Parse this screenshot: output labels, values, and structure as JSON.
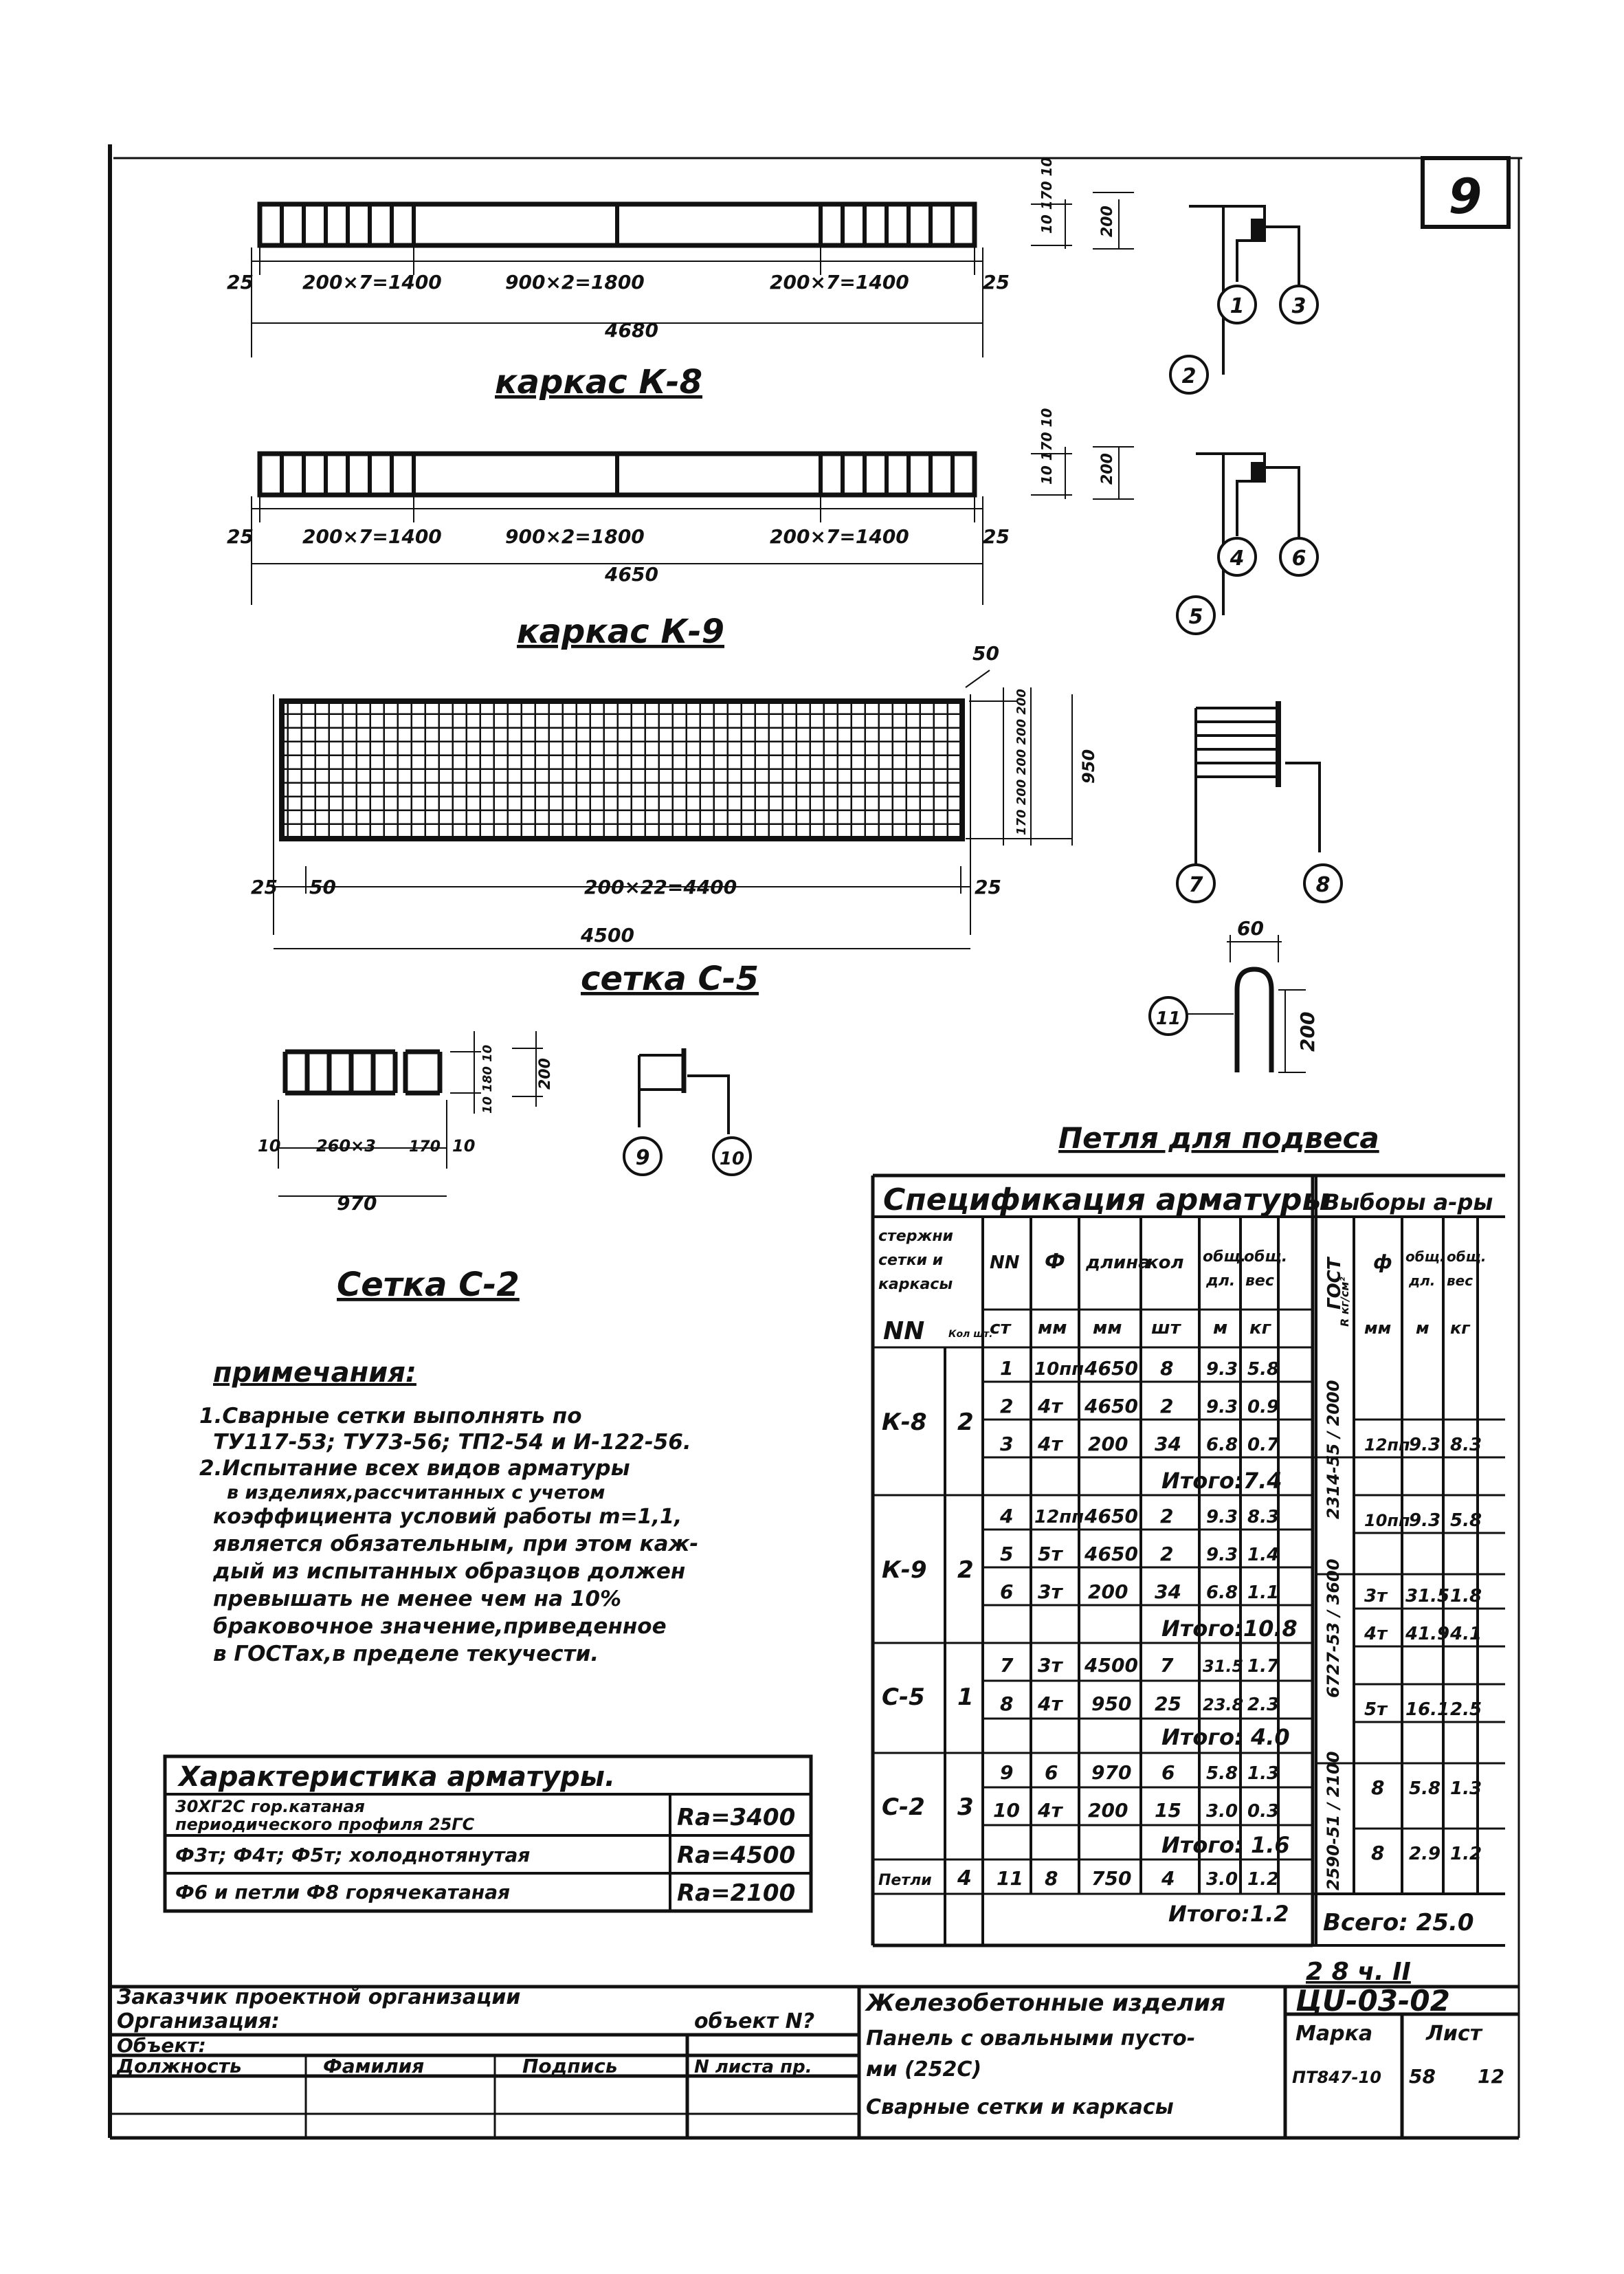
{
  "sheet_number": "9",
  "k8": {
    "dim_left_edge": "25",
    "dim_left": "200×7=1400",
    "dim_mid": "900×2=1800",
    "dim_right": "200×7=1400",
    "dim_right_edge": "25",
    "total": "4680",
    "height_small": "10 170 10",
    "height": "200",
    "title": "каркас К-8",
    "callouts": [
      "1",
      "3",
      "2"
    ]
  },
  "k9": {
    "dim_left_edge": "25",
    "dim_left": "200×7=1400",
    "dim_mid": "900×2=1800",
    "dim_right": "200×7=1400",
    "dim_right_edge": "25",
    "total": "4650",
    "height_small": "10 170 10",
    "height": "200",
    "title": "каркас К-9",
    "callouts": [
      "4",
      "6",
      "5"
    ]
  },
  "c5": {
    "dim_left_edge": "25",
    "dim_small": "50",
    "dim_mid": "200×22=4400",
    "dim_right_edge": "25",
    "total": "4500",
    "top_dim": "50",
    "height_dims": "170 200 200 200 200",
    "height": "950",
    "title": "сетка С-5",
    "callouts": [
      "7",
      "8"
    ]
  },
  "c2": {
    "dim_left_edge": "10",
    "dim_mid": "260×3",
    "dim_small": "170",
    "dim_right_edge": "10",
    "total": "970",
    "height_small": "10 180 10",
    "height": "200",
    "title": "Сетка С-2",
    "callouts": [
      "9",
      "10"
    ]
  },
  "loop": {
    "width": "60",
    "height": "200",
    "callout": "11",
    "title": "Петля для подвеса"
  },
  "notes": {
    "title": "примечания:",
    "lines": [
      "1.Сварные сетки выполнять по",
      "ТУ117-53; ТУ73-56; ТП2-54 и И-122-56.",
      "2.Испытание всех видов арматуры",
      "в изделиях,рассчитанных с учетом",
      "коэффициента условий работы m=1,1,",
      "является обязательным, при этом каж-",
      "дый из испытанных образцов должен",
      "превышать не менее чем на 10%",
      "браковочное значение,приведенное",
      "в ГОСТах,в пределе текучести."
    ]
  },
  "characteristics": {
    "title": "Характеристика арматуры.",
    "rows": [
      {
        "desc_1": "30ХГ2С гор.катаная",
        "desc_2": "периодического профиля 25ГС",
        "r": "Rа=3400"
      },
      {
        "desc_1": "Ф3т; Ф4т; Ф5т; холоднотянутая",
        "desc_2": "",
        "r": "Rа=4500"
      },
      {
        "desc_1": "Ф6 и петли Ф8 горячекатаная",
        "desc_2": "",
        "r": "Rа=2100"
      }
    ]
  },
  "spec": {
    "title": "Спецификация арматуры",
    "h_name": [
      "стержни",
      "сетки и",
      "каркасы"
    ],
    "h_nn": "NN",
    "h_kol": "Кол шт.",
    "h_num": [
      "NN",
      "ст"
    ],
    "h_dia": [
      "Ф",
      "мм"
    ],
    "h_len": [
      "длина",
      "мм"
    ],
    "h_qty": [
      "кол",
      "шт"
    ],
    "h_tlen": [
      "общ.",
      "дл.",
      "м"
    ],
    "h_tw": [
      "общ.",
      "вес",
      "кг"
    ],
    "groups": [
      {
        "name": "К-8",
        "count": "2",
        "rows": [
          [
            "1",
            "10пп",
            "4650",
            "8",
            "9.3",
            "5.8"
          ],
          [
            "2",
            "4т",
            "4650",
            "2",
            "9.3",
            "0.9"
          ],
          [
            "3",
            "4т",
            "200",
            "34",
            "6.8",
            "0.7"
          ]
        ],
        "total": "Итого:7.4"
      },
      {
        "name": "К-9",
        "count": "2",
        "rows": [
          [
            "4",
            "12пп",
            "4650",
            "2",
            "9.3",
            "8.3"
          ],
          [
            "5",
            "5т",
            "4650",
            "2",
            "9.3",
            "1.4"
          ],
          [
            "6",
            "3т",
            "200",
            "34",
            "6.8",
            "1.1"
          ]
        ],
        "total": "Итого:10.8"
      },
      {
        "name": "С-5",
        "count": "1",
        "rows": [
          [
            "7",
            "3т",
            "4500",
            "7",
            "31.5",
            "1.7"
          ],
          [
            "8",
            "4т",
            "950",
            "25",
            "23.8",
            "2.3"
          ]
        ],
        "total": "Итого: 4.0"
      },
      {
        "name": "С-2",
        "count": "3",
        "rows": [
          [
            "9",
            "6",
            "970",
            "6",
            "5.8",
            "1.3"
          ],
          [
            "10",
            "4т",
            "200",
            "15",
            "3.0",
            "0.3"
          ]
        ],
        "total": "Итого: 1.6"
      }
    ],
    "loop_row": [
      "Петли",
      "4",
      "11",
      "8",
      "750",
      "4",
      "3.0",
      "1.2"
    ],
    "loop_total": "Итого:1.2"
  },
  "selection": {
    "title": "Выборы а-ры",
    "h_gost": [
      "ГОСТ",
      "R кг/см²"
    ],
    "h_dia": [
      "ф",
      "мм"
    ],
    "h_tlen": [
      "общ.",
      "дл.",
      "м"
    ],
    "h_tw": [
      "общ.",
      "вес",
      "кг"
    ],
    "gosts": [
      "2314-55 / 2000",
      "6727-53 / 3600",
      "2590-51 / 2100"
    ],
    "rows": [
      [
        "12пп",
        "9.3",
        "8.3"
      ],
      [
        "10пп",
        "9.3",
        "5.8"
      ],
      [
        "3т",
        "31.5",
        "1.8"
      ],
      [
        "4т",
        "41.9",
        "4.1"
      ],
      [
        "5т",
        "16.1",
        "2.5"
      ],
      [
        "8",
        "5.8",
        "1.3"
      ],
      [
        "8",
        "2.9",
        "1.2"
      ]
    ],
    "total": "Всего: 25.0"
  },
  "part_label": "2 8 ч. II",
  "title_block": {
    "org_row": "Заказчик проектной организации",
    "org": "Организация:",
    "object": "Объект:",
    "object_no": "объект N?",
    "col_pos": "Должность",
    "col_name": "Фамилия",
    "col_sign": "Подпись",
    "col_sheet": "N листа пр.",
    "series": "Железобетонные изделия",
    "code": "ЦU-03-02",
    "desc_1": "Панель с овальными пусто-",
    "desc_2": "ми (252С)",
    "desc_3": "Сварные сетки и каркасы",
    "mark_label": "Марка",
    "mark": "ПТ847-10",
    "sheet_label": "Лист",
    "sheet": "58",
    "sheets": "12"
  }
}
